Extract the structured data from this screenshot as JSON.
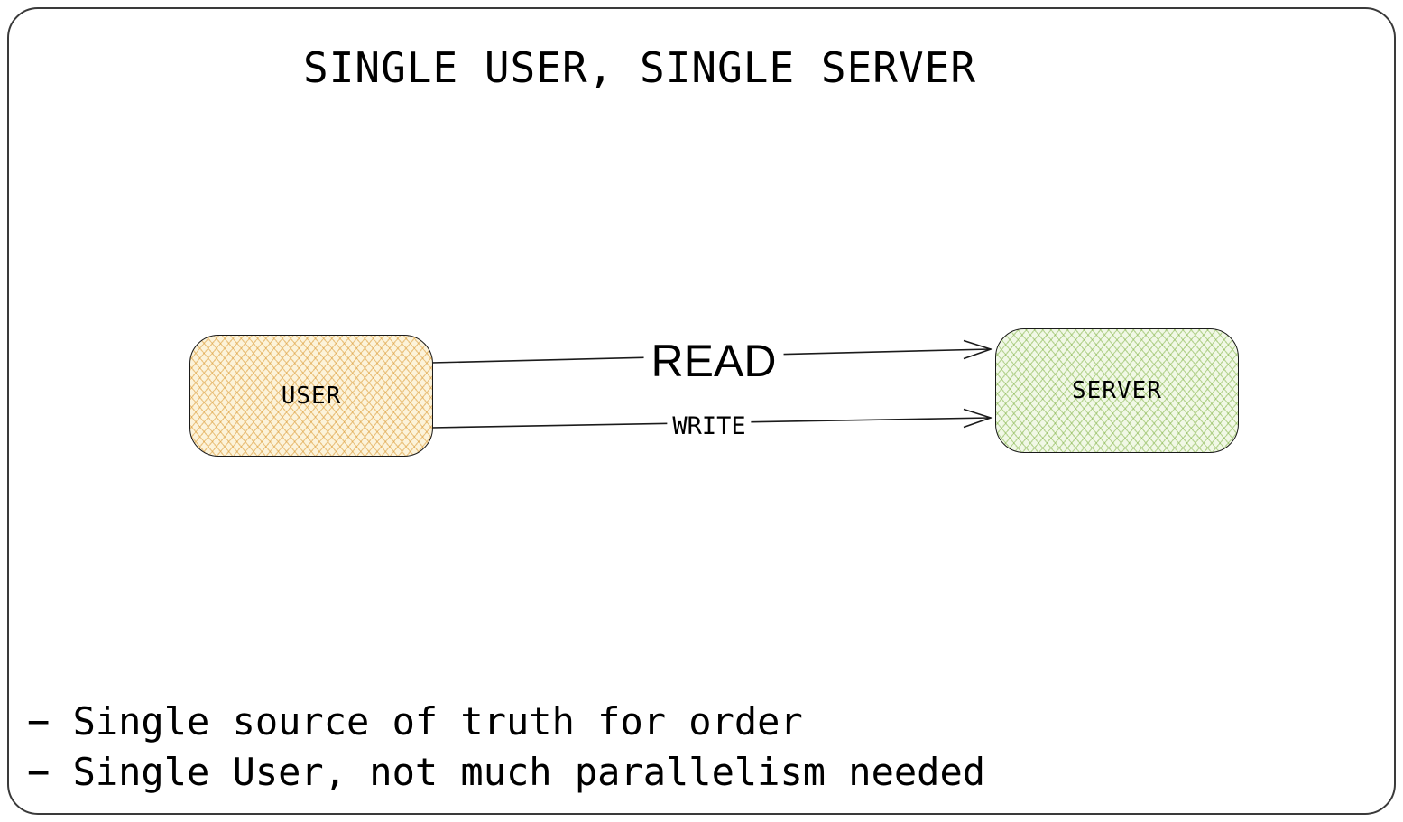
{
  "title": "SINGLE USER, SINGLE SERVER",
  "diagram": {
    "nodes": [
      {
        "id": "user",
        "label": "USER",
        "fill": "#fcf3da",
        "hatch_color": "#dd9f3d",
        "border_color": "#1b1b1b"
      },
      {
        "id": "server",
        "label": "SERVER",
        "fill": "#f1f8e6",
        "hatch_color": "#82b347",
        "border_color": "#1b1b1b"
      }
    ],
    "edges": [
      {
        "id": "read",
        "label": "READ",
        "from": "user",
        "to": "server"
      },
      {
        "id": "write",
        "label": "WRITE",
        "from": "user",
        "to": "server"
      }
    ]
  },
  "notes": [
    "− Single source of truth for order",
    "− Single User, not much parallelism needed"
  ]
}
